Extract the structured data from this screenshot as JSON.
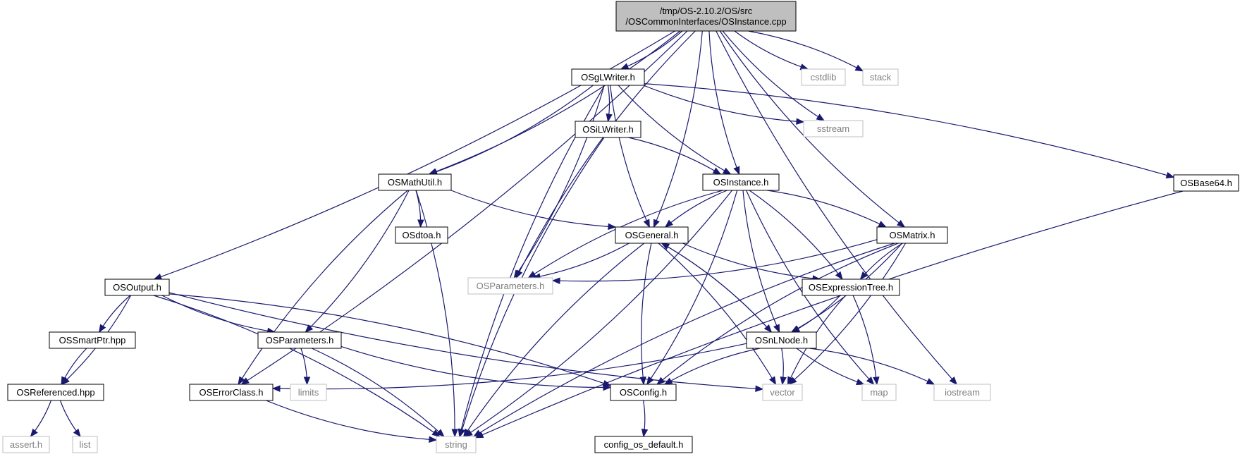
{
  "diagram": {
    "type": "include-dependency-graph",
    "nodes": [
      {
        "id": "root",
        "lines": [
          "/tmp/OS-2.10.2/OS/src",
          "/OSCommonInterfaces/OSInstance.cpp"
        ],
        "kind": "root"
      },
      {
        "id": "osglwriter",
        "lines": [
          "OSgLWriter.h"
        ],
        "kind": "header"
      },
      {
        "id": "cstdlib",
        "lines": [
          "cstdlib"
        ],
        "kind": "system"
      },
      {
        "id": "stack",
        "lines": [
          "stack"
        ],
        "kind": "system"
      },
      {
        "id": "osilwriter",
        "lines": [
          "OSiLWriter.h"
        ],
        "kind": "header"
      },
      {
        "id": "sstream",
        "lines": [
          "sstream"
        ],
        "kind": "system"
      },
      {
        "id": "osmathutil",
        "lines": [
          "OSMathUtil.h"
        ],
        "kind": "header"
      },
      {
        "id": "osinstance",
        "lines": [
          "OSInstance.h"
        ],
        "kind": "header"
      },
      {
        "id": "osbase64",
        "lines": [
          "OSBase64.h"
        ],
        "kind": "header"
      },
      {
        "id": "osdtoa",
        "lines": [
          "OSdtoa.h"
        ],
        "kind": "header"
      },
      {
        "id": "osgeneral",
        "lines": [
          "OSGeneral.h"
        ],
        "kind": "header"
      },
      {
        "id": "osmatrix",
        "lines": [
          "OSMatrix.h"
        ],
        "kind": "header"
      },
      {
        "id": "osoutput",
        "lines": [
          "OSOutput.h"
        ],
        "kind": "header"
      },
      {
        "id": "osparameters_sys",
        "lines": [
          "OSParameters.h"
        ],
        "kind": "system"
      },
      {
        "id": "osexpressiontree",
        "lines": [
          "OSExpressionTree.h"
        ],
        "kind": "header"
      },
      {
        "id": "ossmartptr",
        "lines": [
          "OSSmartPtr.hpp"
        ],
        "kind": "header"
      },
      {
        "id": "osparameters",
        "lines": [
          "OSParameters.h"
        ],
        "kind": "header"
      },
      {
        "id": "osnlnode",
        "lines": [
          "OSnLNode.h"
        ],
        "kind": "header"
      },
      {
        "id": "osreferenced",
        "lines": [
          "OSReferenced.hpp"
        ],
        "kind": "header"
      },
      {
        "id": "oserrorclass",
        "lines": [
          "OSErrorClass.h"
        ],
        "kind": "header"
      },
      {
        "id": "limits",
        "lines": [
          "limits"
        ],
        "kind": "system"
      },
      {
        "id": "osconfig",
        "lines": [
          "OSConfig.h"
        ],
        "kind": "header"
      },
      {
        "id": "vector",
        "lines": [
          "vector"
        ],
        "kind": "system"
      },
      {
        "id": "map",
        "lines": [
          "map"
        ],
        "kind": "system"
      },
      {
        "id": "iostream",
        "lines": [
          "iostream"
        ],
        "kind": "system"
      },
      {
        "id": "asserth",
        "lines": [
          "assert.h"
        ],
        "kind": "system"
      },
      {
        "id": "list",
        "lines": [
          "list"
        ],
        "kind": "system"
      },
      {
        "id": "string",
        "lines": [
          "string"
        ],
        "kind": "system"
      },
      {
        "id": "configosdefault",
        "lines": [
          "config_os_default.h"
        ],
        "kind": "header"
      }
    ],
    "edges": [
      {
        "from": "root",
        "to": "osglwriter"
      },
      {
        "from": "root",
        "to": "cstdlib"
      },
      {
        "from": "root",
        "to": "stack"
      },
      {
        "from": "root",
        "to": "sstream"
      },
      {
        "from": "root",
        "to": "osmathutil"
      },
      {
        "from": "root",
        "to": "osinstance"
      },
      {
        "from": "root",
        "to": "osgeneral"
      },
      {
        "from": "root",
        "to": "osmatrix"
      },
      {
        "from": "root",
        "to": "osoutput"
      },
      {
        "from": "root",
        "to": "osparameters_sys"
      },
      {
        "from": "root",
        "to": "oserrorclass"
      },
      {
        "from": "root",
        "to": "iostream"
      },
      {
        "from": "osglwriter",
        "to": "osilwriter"
      },
      {
        "from": "osglwriter",
        "to": "sstream"
      },
      {
        "from": "osglwriter",
        "to": "osmathutil"
      },
      {
        "from": "osglwriter",
        "to": "osinstance"
      },
      {
        "from": "osglwriter",
        "to": "osbase64"
      },
      {
        "from": "osglwriter",
        "to": "osgeneral"
      },
      {
        "from": "osglwriter",
        "to": "osparameters_sys"
      },
      {
        "from": "osglwriter",
        "to": "string"
      },
      {
        "from": "osilwriter",
        "to": "osinstance"
      },
      {
        "from": "osilwriter",
        "to": "string"
      },
      {
        "from": "osmathutil",
        "to": "osdtoa"
      },
      {
        "from": "osmathutil",
        "to": "osgeneral"
      },
      {
        "from": "osmathutil",
        "to": "osparameters"
      },
      {
        "from": "osmathutil",
        "to": "oserrorclass"
      },
      {
        "from": "osmathutil",
        "to": "string"
      },
      {
        "from": "osinstance",
        "to": "osgeneral"
      },
      {
        "from": "osinstance",
        "to": "osmatrix"
      },
      {
        "from": "osinstance",
        "to": "osparameters_sys"
      },
      {
        "from": "osinstance",
        "to": "osexpressiontree"
      },
      {
        "from": "osinstance",
        "to": "osnlnode"
      },
      {
        "from": "osinstance",
        "to": "osconfig"
      },
      {
        "from": "osinstance",
        "to": "map"
      },
      {
        "from": "osinstance",
        "to": "string"
      },
      {
        "from": "osbase64",
        "to": "string"
      },
      {
        "from": "osgeneral",
        "to": "osparameters_sys"
      },
      {
        "from": "osgeneral",
        "to": "osexpressiontree"
      },
      {
        "from": "osgeneral",
        "to": "osnlnode"
      },
      {
        "from": "osgeneral",
        "to": "osconfig"
      },
      {
        "from": "osgeneral",
        "to": "vector"
      },
      {
        "from": "osgeneral",
        "to": "string"
      },
      {
        "from": "osmatrix",
        "to": "osparameters_sys"
      },
      {
        "from": "osmatrix",
        "to": "osexpressiontree"
      },
      {
        "from": "osmatrix",
        "to": "osnlnode"
      },
      {
        "from": "osmatrix",
        "to": "osconfig"
      },
      {
        "from": "osmatrix",
        "to": "vector"
      },
      {
        "from": "osmatrix",
        "to": "string"
      },
      {
        "from": "osexpressiontree",
        "to": "osnlnode"
      },
      {
        "from": "osexpressiontree",
        "to": "vector"
      },
      {
        "from": "osexpressiontree",
        "to": "map"
      },
      {
        "from": "osnlnode",
        "to": "osgeneral"
      },
      {
        "from": "osnlnode",
        "to": "oserrorclass"
      },
      {
        "from": "osnlnode",
        "to": "osconfig"
      },
      {
        "from": "osnlnode",
        "to": "vector"
      },
      {
        "from": "osnlnode",
        "to": "map"
      },
      {
        "from": "osnlnode",
        "to": "iostream"
      },
      {
        "from": "osoutput",
        "to": "ossmartptr"
      },
      {
        "from": "osoutput",
        "to": "osreferenced"
      },
      {
        "from": "osoutput",
        "to": "osparameters"
      },
      {
        "from": "osoutput",
        "to": "osconfig"
      },
      {
        "from": "osoutput",
        "to": "vector"
      },
      {
        "from": "osoutput",
        "to": "string"
      },
      {
        "from": "ossmartptr",
        "to": "osreferenced"
      },
      {
        "from": "osreferenced",
        "to": "asserth"
      },
      {
        "from": "osreferenced",
        "to": "list"
      },
      {
        "from": "osparameters",
        "to": "limits"
      },
      {
        "from": "osparameters",
        "to": "osconfig"
      },
      {
        "from": "osparameters",
        "to": "string"
      },
      {
        "from": "oserrorclass",
        "to": "string"
      },
      {
        "from": "osconfig",
        "to": "configosdefault"
      }
    ]
  },
  "colors": {
    "edge": "#191970",
    "header_border": "#000000",
    "system_border": "#bfbfbf",
    "system_text": "#7f7f7f",
    "root_fill": "#bfbfbf",
    "header_text": "#000000"
  }
}
